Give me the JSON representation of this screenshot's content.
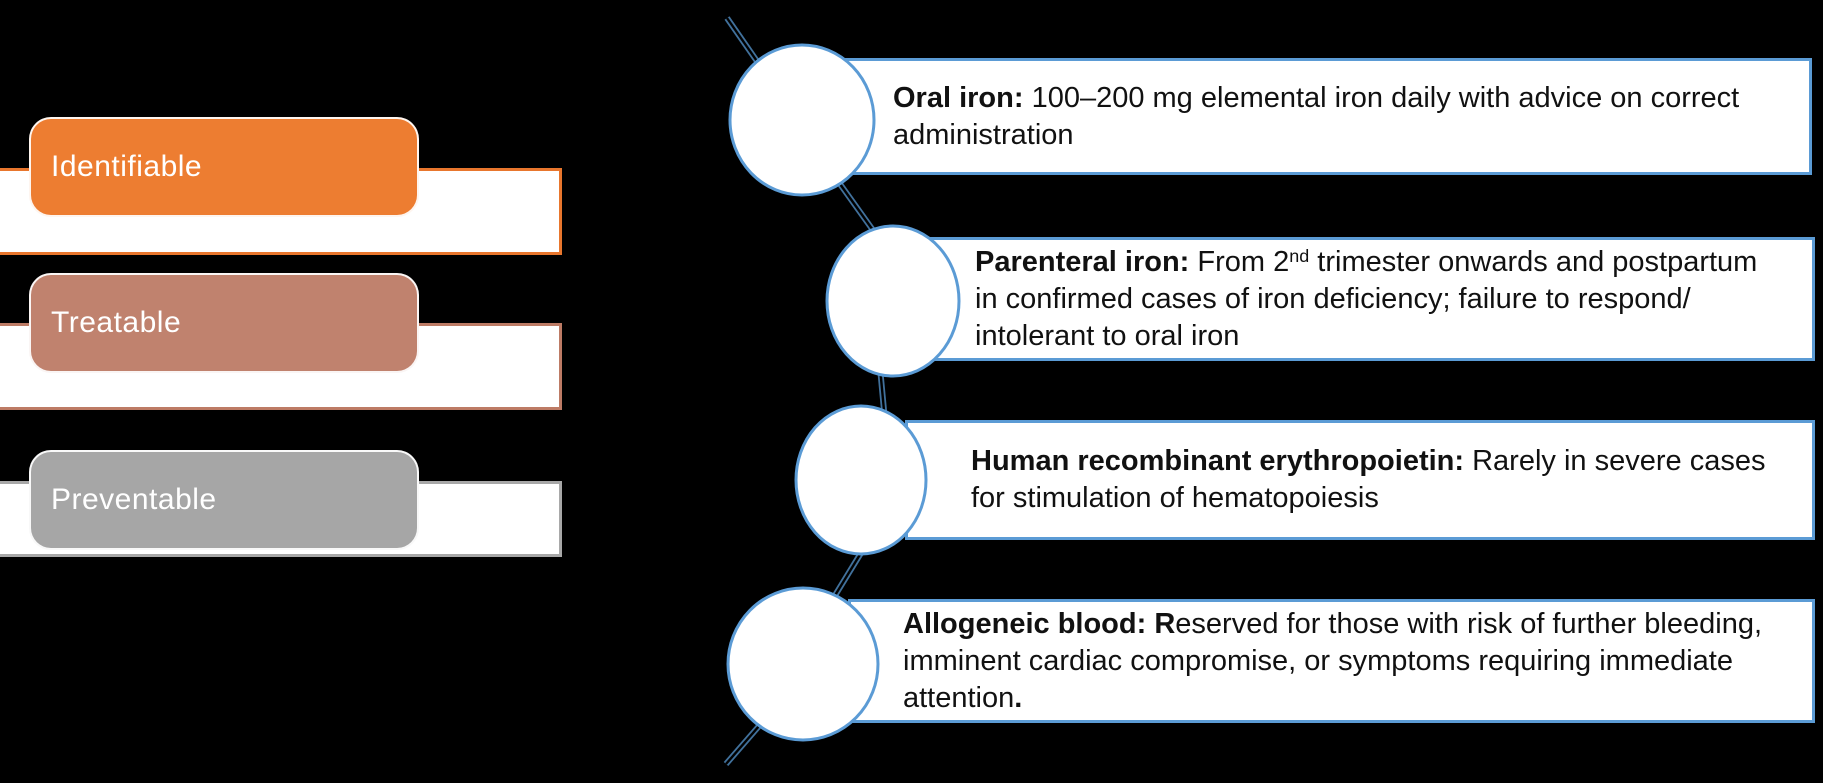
{
  "background_color": "#000000",
  "left_panel": {
    "items": [
      {
        "label": "Identifiable",
        "fill": "#ED7D31",
        "band_border": "#E8762D"
      },
      {
        "label": "Treatable",
        "fill": "#C0826E",
        "band_border": "#BD7B65"
      },
      {
        "label": "Preventable",
        "fill": "#A6A6A6",
        "band_border": "#A8A8A8"
      }
    ]
  },
  "right_panel": {
    "connector_color": "#41719C",
    "connector_gap_color": "#000000",
    "circle_border_color": "#5B9BD5",
    "circle_fill_color": "#FFFFFF",
    "box_border_color": "#5B9BD5",
    "steps": [
      {
        "lines": [
          [
            {
              "t": "Oral iron:",
              "b": true
            },
            {
              "t": " 100–200 mg elemental iron daily with advice on correct",
              "b": false
            }
          ],
          [
            {
              "t": "administration",
              "b": false
            }
          ]
        ]
      },
      {
        "lines": [
          [
            {
              "t": "Parenteral iron:",
              "b": true
            },
            {
              "t": " From 2",
              "b": false
            },
            {
              "t": "nd",
              "b": false,
              "sup": true
            },
            {
              "t": " trimester onwards and postpartum",
              "b": false
            }
          ],
          [
            {
              "t": "in confirmed cases of iron deficiency; failure to respond/",
              "b": false
            }
          ],
          [
            {
              "t": "intolerant to oral iron",
              "b": false
            }
          ]
        ]
      },
      {
        "lines": [
          [
            {
              "t": "Human recombinant erythropoietin:",
              "b": true
            },
            {
              "t": " Rarely in severe cases",
              "b": false
            }
          ],
          [
            {
              "t": "for stimulation of hematopoiesis",
              "b": false
            }
          ]
        ]
      },
      {
        "lines": [
          [
            {
              "t": "Allogeneic blood: R",
              "b": true
            },
            {
              "t": "eserved for those with risk of further bleeding,",
              "b": false
            }
          ],
          [
            {
              "t": "imminent cardiac compromise, or symptoms requiring immediate",
              "b": false
            }
          ],
          [
            {
              "t": "attention",
              "b": false
            },
            {
              "t": ".",
              "b": true
            }
          ]
        ]
      }
    ]
  }
}
